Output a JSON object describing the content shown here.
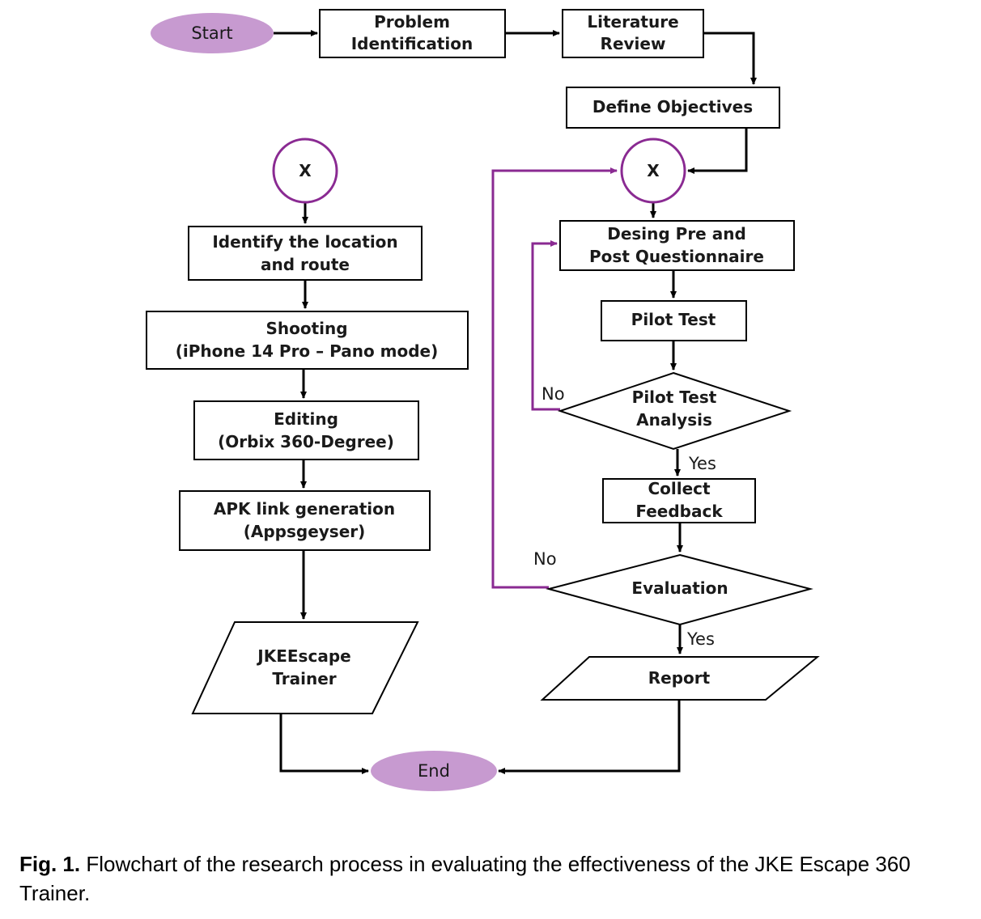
{
  "colors": {
    "terminal": "#c79ad0",
    "loop": "#8a2a92",
    "line": "#000000"
  },
  "nodes": {
    "start": "Start",
    "problem": [
      "Problem",
      "Identification"
    ],
    "literature": [
      "Literature",
      "Review"
    ],
    "objectives": "Define Objectives",
    "connector_left": "X",
    "connector_right": "X",
    "identify": [
      "Identify the location",
      "and route"
    ],
    "shooting": [
      "Shooting",
      "(iPhone 14 Pro – Pano mode)"
    ],
    "editing": [
      "Editing",
      "(Orbix 360-Degree)"
    ],
    "apk": [
      "APK link generation",
      "(Appsgeyser)"
    ],
    "jke": [
      "JKEEscape",
      "Trainer"
    ],
    "questionnaire": [
      "Desing Pre and",
      "Post Questionnaire"
    ],
    "pilot_test": "Pilot Test",
    "pilot_analysis": [
      "Pilot Test",
      "Analysis"
    ],
    "feedback": [
      "Collect",
      "Feedback"
    ],
    "evaluation": "Evaluation",
    "report": "Report",
    "end": "End"
  },
  "edge_labels": {
    "no_pilot": "No",
    "yes_pilot": "Yes",
    "no_eval": "No",
    "yes_eval": "Yes"
  },
  "caption": {
    "fig_label": "Fig. 1.",
    "text": " Flowchart of the research process in evaluating the effectiveness of the JKE Escape 360 Trainer."
  }
}
